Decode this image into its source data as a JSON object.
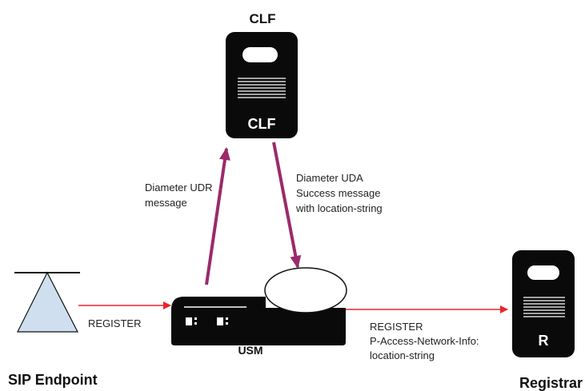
{
  "nodes": {
    "clf": {
      "title": "CLF",
      "server_label": "CLF"
    },
    "usm": {
      "label": "USM"
    },
    "sip_endpoint": {
      "label": "SIP Endpoint"
    },
    "registrar": {
      "label": "Registrar",
      "server_label": "R"
    }
  },
  "messages": {
    "udr": [
      "Diameter UDR",
      "message"
    ],
    "uda": [
      "Diameter UDA",
      "Success message",
      "with location-string"
    ],
    "register_in": "REGISTER",
    "register_out": [
      "REGISTER",
      "P-Access-Network-Info:",
      "location-string"
    ]
  },
  "colors": {
    "diameter_arrow": "#9b2a6a",
    "sip_arrow": "#e8262b",
    "server_body": "#0a0a0a",
    "endpoint_fill": "#cfdff0"
  }
}
